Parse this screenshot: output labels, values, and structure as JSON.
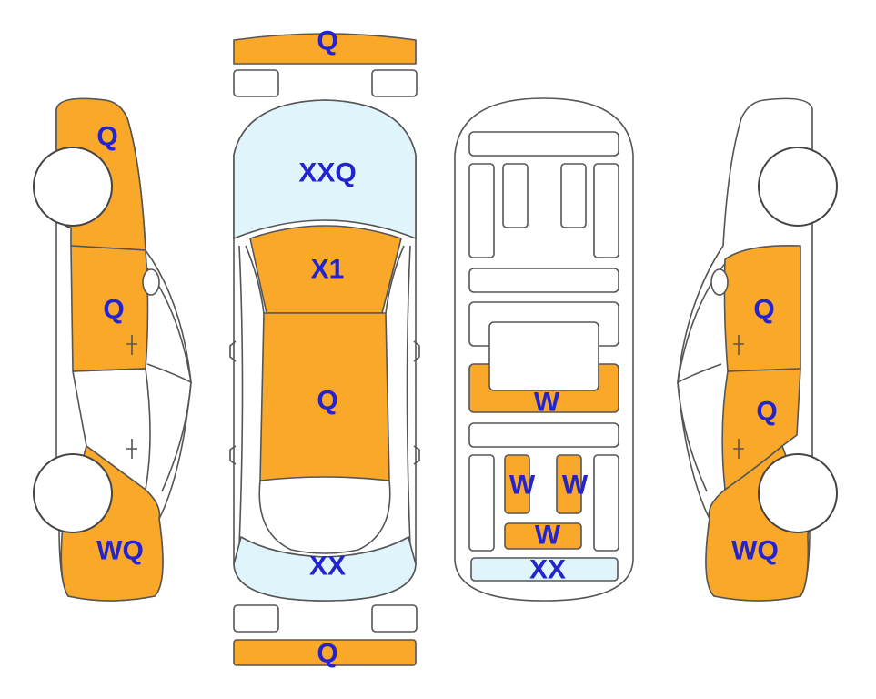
{
  "colors": {
    "damage_fill": "#F9A82A",
    "light_fill": "#DFF4FB",
    "label_color": "#2323D0",
    "outline": "#555555"
  },
  "labels": {
    "front_bumper": "Q",
    "hood": "XXQ",
    "windshield_roof_front": "X1",
    "roof": "Q",
    "rear_window": "XX",
    "rear_bumper": "Q",
    "left_fender": "Q",
    "left_front_door": "Q",
    "left_rear_quarter": "WQ",
    "interior_middle": "W",
    "interior_rear_left": "W",
    "interior_rear_right": "W",
    "interior_rear_center": "W",
    "interior_trunk": "XX",
    "right_front_door": "Q",
    "right_rear_door": "Q",
    "right_rear_quarter": "WQ"
  }
}
